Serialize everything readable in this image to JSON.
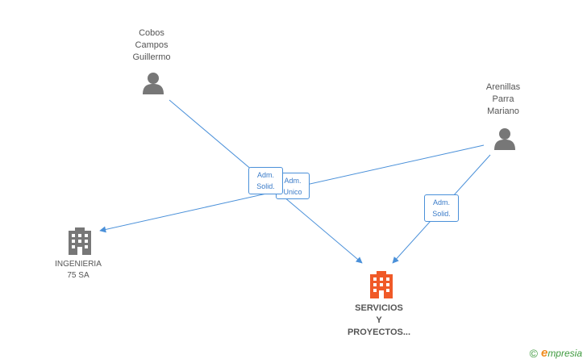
{
  "colors": {
    "edge": "#4a90d9",
    "person": "#777777",
    "company": "#777777",
    "focus_company": "#f05a28",
    "brand_green": "#3e9a3e",
    "brand_orange": "#f08c1e"
  },
  "nodes": {
    "cobos": {
      "label": "Cobos\nCampos\nGuillermo",
      "icon": "person-icon"
    },
    "arenillas": {
      "label": "Arenillas\nParra\nMariano",
      "icon": "person-icon"
    },
    "ingenieria": {
      "label": "INGENIERIA\n75 SA",
      "icon": "building-icon"
    },
    "servicios": {
      "label": "SERVICIOS\nY\nPROYECTOS...",
      "icon": "building-icon"
    }
  },
  "edges": {
    "cobos_servicios": {
      "label": "Adm.\nSolid."
    },
    "arenillas_ingenieria": {
      "label": "Adm.\nUnico"
    },
    "arenillas_servicios": {
      "label": "Adm.\nSolid."
    }
  },
  "brand": {
    "copyright": "©",
    "name_first": "e",
    "name_rest": "mpresia"
  }
}
